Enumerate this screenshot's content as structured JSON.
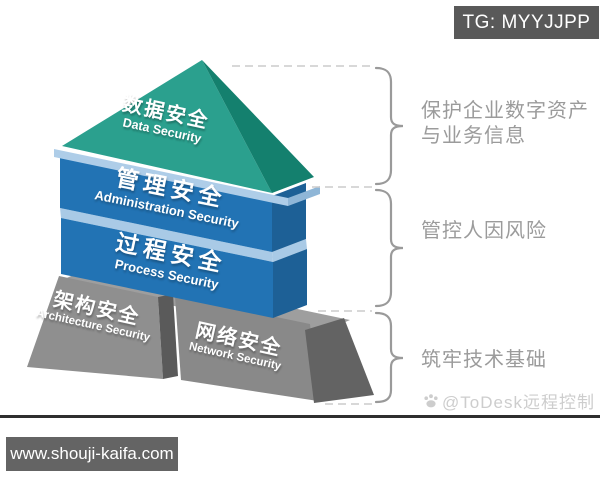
{
  "badge": {
    "text": "TG: MYYJJPP",
    "bg": "#595959"
  },
  "diagram": {
    "title_semantic": "security-house",
    "layers": [
      {
        "id": "data-security",
        "zh": "数据安全",
        "en": "Data Security",
        "front": "#2BA08E",
        "side": "#14806E"
      },
      {
        "id": "administration-security",
        "zh": "管理安全",
        "en": "Administration Security",
        "front": "#2273B4",
        "side": "#1D6096"
      },
      {
        "id": "process-security",
        "zh": "过程安全",
        "en": "Process Security",
        "front": "#2273B4",
        "side": "#1D6096"
      },
      {
        "id": "architecture-security",
        "zh": "架构安全",
        "en": "Architecture Security",
        "front": "#8F8F8F"
      },
      {
        "id": "network-security",
        "zh": "网络安全",
        "en": "Network Security",
        "front": "#898989",
        "side": "#636363"
      }
    ],
    "extras": {
      "eave_front": "#AECDE8",
      "eave_side": "#8FB6D7",
      "base_top": "#9E9E9E",
      "base_gap": "#5A5A5A",
      "layer_gap_strip": "#A9CAE6"
    },
    "annotations": [
      {
        "line1": "保护企业数字资产",
        "line2": "与业务信息"
      },
      {
        "line1": "管控人因风险"
      },
      {
        "line1": "筑牢技术基础"
      }
    ],
    "annotation_color": "#9B9B9B",
    "brace_color": "#9A9A9A",
    "dash_color": "#CBCBCB"
  },
  "watermark": {
    "text": "@ToDesk远程控制",
    "color": "#CDCDCD",
    "icon": "paw-icon"
  },
  "footer": {
    "url": "www.shouji-kaifa.com",
    "box_bg": "#646464",
    "line_color": "#2F2F2F"
  }
}
